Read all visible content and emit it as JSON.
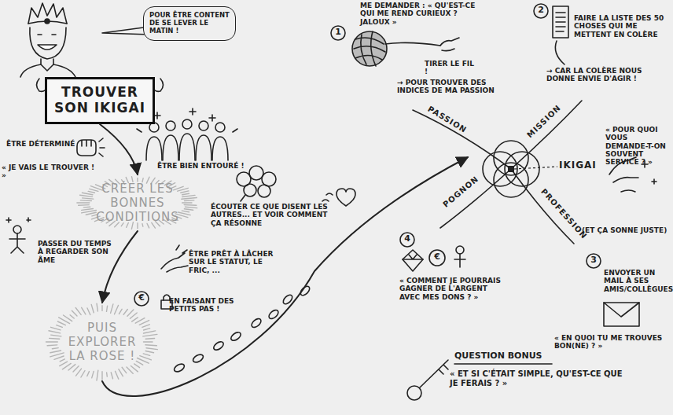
{
  "diagram": {
    "nodes": [
      {
        "text": [
          "POUR ÊTRE CONTENT DE SE LEVER LE MATIN !"
        ]
      },
      {
        "text": [
          "TROUVER SON IKIGAI"
        ]
      },
      {
        "text": [
          "CRÉER LES BONNES CONDITIONS"
        ]
      },
      {
        "text": [
          "PUIS EXPLORER LA ROSE !"
        ]
      },
      {
        "text": [
          "IKIGAI"
        ]
      }
    ],
    "edges": [
      {
        "from": 1,
        "to": 2,
        "arrow": "to"
      },
      {
        "from": 2,
        "to": 3,
        "arrow": "to"
      },
      {
        "from": 3,
        "to": 4,
        "label": "EN FAISANT DES PETITS PAS !",
        "arrow": "to"
      }
    ],
    "labels": [
      "ÊTRE DÉTERMINÉ",
      "« JE VAIS LE TROUVER ! »",
      "ÊTRE BIEN ENTOURÉ !",
      "ÉCOUTER CE QUE DISENT LES AUTRES... ET VOIR COMMENT ÇA RÉSONNE",
      "PASSER DU TEMPS À REGARDER SON ÂME",
      "ÊTRE PRÊT À LÂCHER SUR LE STATUT, LE FRIC, ...",
      "€",
      "1",
      "ME DEMANDER : « QU'EST-CE QUI ME REND CURIEUX ? JALOUX »",
      "TIRER LE FIL !",
      "→ POUR TROUVER DES INDICES DE MA PASSION",
      "2",
      "FAIRE LA LISTE DES 50 CHOSES QUI ME METTENT EN COLÈRE",
      "→ CAR LA COLÈRE NOUS DONNE ENVIE D'AGIR !",
      "PASSION",
      "MISSION",
      "POGNON",
      "PROFESSION",
      "« POUR QUOI VOUS DEMANDE-T-ON SOUVENT SERVICE ? »",
      "(ET ÇA SONNE JUSTE)",
      "3",
      "ENVOYER UN MAIL À SES AMIS/COLLÈGUES",
      "« EN QUOI TU ME TROUVES BON(NE) ? »",
      "4",
      "€",
      "« COMMENT JE POURRAIS GAGNER DE L'ARGENT AVEC MES DONS ? »",
      "QUESTION BONUS",
      "« ET SI C'ÉTAIT SIMPLE, QU'EST-CE QUE JE FERAIS ? »"
    ]
  }
}
